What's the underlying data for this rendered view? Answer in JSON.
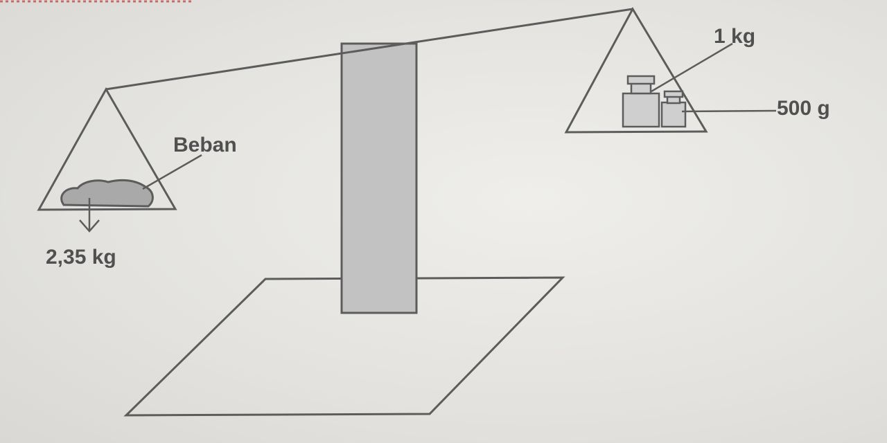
{
  "labels": {
    "load": "Beban",
    "load_mass": "2,35 kg",
    "weight_large": "1 kg",
    "weight_small": "500 g"
  },
  "colors": {
    "line": "#5c5c5c",
    "pillar_fill": "#c2c2c2",
    "load_fill": "#a9a9a9",
    "weight_fill": "#cfcfcf"
  }
}
